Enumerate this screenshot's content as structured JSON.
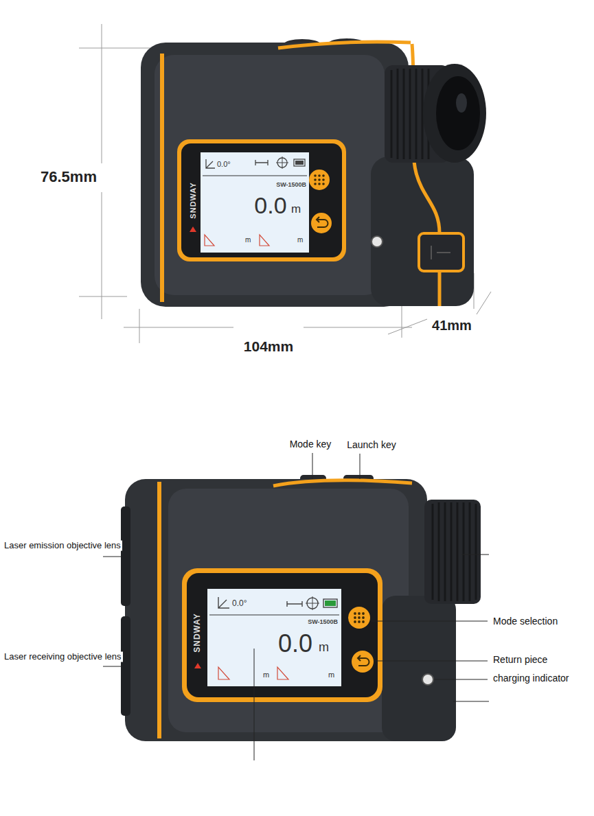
{
  "diagram": {
    "labels": [
      "76.5mm",
      "104mm",
      "41mm",
      "SNDWAY",
      "0.0°",
      "SW-1500B",
      "0.0",
      "m",
      "m",
      "m",
      "Mode key",
      "Launch key",
      "Laser emission objective lens",
      "Laser receiving objective lens",
      "Mode selection",
      "Return piece",
      "charging indicator",
      "SNDWAY",
      "0.0°",
      "SW-1500B",
      "0.0",
      "m",
      "m",
      "m"
    ]
  }
}
